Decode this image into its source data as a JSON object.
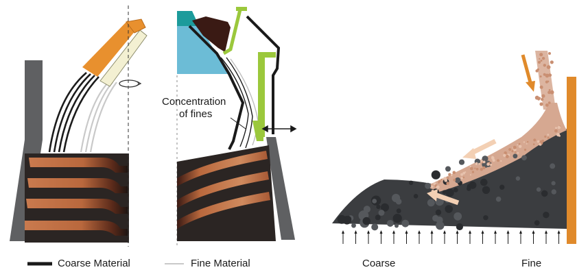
{
  "annotations": {
    "concentration_line1": "Concentration",
    "concentration_line2": "of fines"
  },
  "legend": {
    "coarse_label": "Coarse Material",
    "fine_label": "Fine Material"
  },
  "pile_axis": {
    "coarse_label": "Coarse",
    "fine_label": "Fine"
  },
  "colors": {
    "chute_orange": "#e8902e",
    "chute_light": "#f3f0d2",
    "wall_gray": "#5f6062",
    "coarse_particle": "#3b3d40",
    "fine_particle": "#d6a891",
    "layer_copper": "#c9774a",
    "layer_dark": "#2e2a28",
    "flap_green": "#9bc83c",
    "hopper_blue": "#6cbcd6",
    "hopper_teal": "#1c9b9b",
    "back_wall": "#e08a2b"
  },
  "icons": {
    "rotation": "rotation-arrow-icon",
    "double_arrow": "double-arrow-icon"
  }
}
